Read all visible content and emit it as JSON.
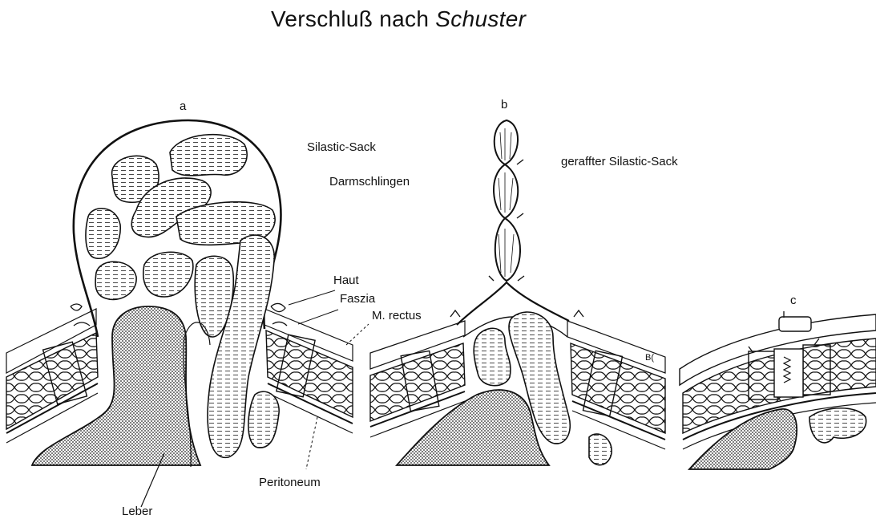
{
  "title": {
    "main": "Verschluß nach",
    "italic": "Schuster"
  },
  "panels": {
    "a": {
      "letter": "a"
    },
    "b": {
      "letter": "b"
    },
    "c": {
      "letter": "c"
    }
  },
  "labels": {
    "silastic_sack": "Silastic-Sack",
    "darmschlingen": "Darmschlingen",
    "gerafft": "geraffter Silastic-Sack",
    "haut": "Haut",
    "faszia": "Faszia",
    "m_rectus": "M. rectus",
    "peritoneum": "Peritoneum",
    "leber": "Leber",
    "signature": "B("
  }
}
